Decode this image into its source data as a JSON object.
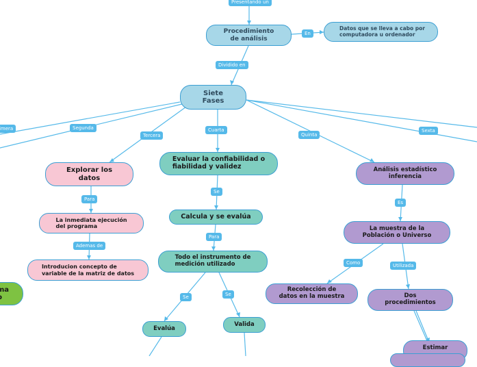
{
  "colors": {
    "line": "#55b9e9",
    "label_bg": "#55b9e9"
  },
  "nodes": {
    "procedimiento": "Procedimiento\nde análisis",
    "datos": "Datos que se lleva a cabo por\ncomputadora u ordenador",
    "siete": "Siete\nFases",
    "explorar": "Explorar los\ndatos",
    "inmediata": "La inmediata ejecución\ndel programa",
    "introducion": "Introducion concepto de\nvariable de la matriz de datos",
    "evaluar": "Evaluar la confiabilidad o\nfiabilidad y validez",
    "calcula": "Calcula y se evalúa",
    "todo": "Todo el instrumento de\nmedición utilizado",
    "evalua": "Evalúa",
    "valida": "Valida",
    "analisis": "Análisis estadístico\ninferencia",
    "muestra": "La muestra de la\nPoblación o Universo",
    "recoleccion": "Recolección de\ndatos en la muestra",
    "dos": "Dos\nprocedimientos",
    "estimar": "Estimar",
    "green": "ma\nb"
  },
  "labels": {
    "presentando": "Presentando un",
    "en": "En",
    "dividido": "Dividido en",
    "primera": "Primera",
    "segunda": "Segunda",
    "tercera": "Tercera",
    "cuarta": "Cuarta",
    "quinta": "Quinta",
    "sexta": "Sexta",
    "para1": "Para",
    "ademas": "Ademas de",
    "se1": "Se",
    "para2": "Para",
    "se2": "Se",
    "se3": "Se",
    "es": "Es",
    "como": "Como",
    "utilizada": "Utilizada"
  }
}
